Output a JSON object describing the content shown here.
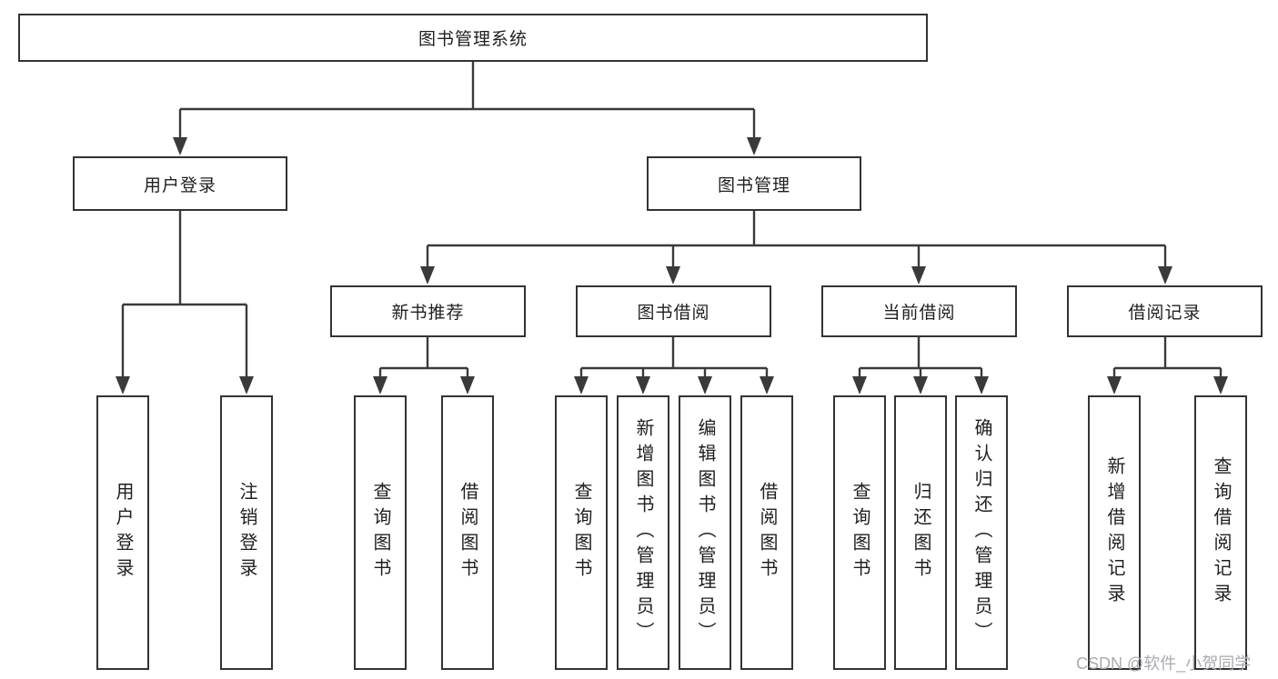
{
  "diagram": {
    "title_node": "图书管理系统",
    "level2": {
      "user_login": "用户登录",
      "book_management": "图书管理"
    },
    "level3": {
      "new_book_recommend": "新书推荐",
      "book_borrowing": "图书借阅",
      "current_borrowing": "当前借阅",
      "borrowing_records": "借阅记录"
    },
    "leaves": {
      "user_login": "用户登录",
      "logout": "注销登录",
      "nbr_query_books": "查询图书",
      "nbr_borrow_books": "借阅图书",
      "bb_query_books": "查询图书",
      "bb_add_books_admin": "新增图书（管理员）",
      "bb_edit_books_admin": "编辑图书（管理员）",
      "bb_borrow_books": "借阅图书",
      "cb_query_books": "查询图书",
      "cb_return_books": "归还图书",
      "cb_confirm_return_admin": "确认归还（管理员）",
      "br_add_record": "新增借阅记录",
      "br_query_record": "查询借阅记录"
    }
  },
  "watermark": "CSDN @软件_小贺同学",
  "colors": {
    "line": "#3a3a3a",
    "border": "#333333",
    "text": "#1f1f1f",
    "watermark": "#aaaab0",
    "background": "#ffffff"
  }
}
